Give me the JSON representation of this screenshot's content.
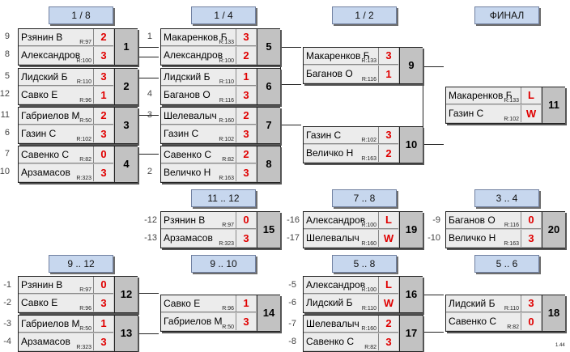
{
  "headers": [
    "1 / 8",
    "1 / 4",
    "1 / 2",
    "ФИНАЛ",
    "11 .. 12",
    "7 .. 8",
    "3 .. 4",
    "9 .. 12",
    "9 .. 10",
    "5 .. 8",
    "5 .. 6"
  ],
  "matches": [
    {
      "num": "1",
      "p1": {
        "name": "Рзянин В",
        "rating": "R:97",
        "score": "2"
      },
      "p2": {
        "name": "Александров",
        "rating": "R:100",
        "score": "3"
      }
    },
    {
      "num": "2",
      "p1": {
        "name": "Лидский Б",
        "rating": "R:110",
        "score": "3"
      },
      "p2": {
        "name": "Савко Е",
        "rating": "R:96",
        "score": "1"
      }
    },
    {
      "num": "3",
      "p1": {
        "name": "Габриелов М",
        "rating": "R:50",
        "score": "2"
      },
      "p2": {
        "name": "Газин С",
        "rating": "R:102",
        "score": "3"
      }
    },
    {
      "num": "4",
      "p1": {
        "name": "Савенко С",
        "rating": "R:82",
        "score": "0"
      },
      "p2": {
        "name": "Арзамасов",
        "rating": "R:323",
        "score": "3"
      }
    },
    {
      "num": "5",
      "p1": {
        "name": "Макаренков Б",
        "rating": "R:133",
        "score": "3"
      },
      "p2": {
        "name": "Александров",
        "rating": "R:100",
        "score": "2"
      }
    },
    {
      "num": "6",
      "p1": {
        "name": "Лидский Б",
        "rating": "R:110",
        "score": "1"
      },
      "p2": {
        "name": "Баганов О",
        "rating": "R:116",
        "score": "3"
      }
    },
    {
      "num": "7",
      "p1": {
        "name": "Шелевалыч",
        "rating": "R:160",
        "score": "2"
      },
      "p2": {
        "name": "Газин С",
        "rating": "R:102",
        "score": "3"
      }
    },
    {
      "num": "8",
      "p1": {
        "name": "Савенко С",
        "rating": "R:82",
        "score": "2"
      },
      "p2": {
        "name": "Величко Н",
        "rating": "R:163",
        "score": "3"
      }
    },
    {
      "num": "9",
      "p1": {
        "name": "Макаренков Б",
        "rating": "R:133",
        "score": "3"
      },
      "p2": {
        "name": "Баганов О",
        "rating": "R:116",
        "score": "1"
      }
    },
    {
      "num": "10",
      "p1": {
        "name": "Газин С",
        "rating": "R:102",
        "score": "3"
      },
      "p2": {
        "name": "Величко Н",
        "rating": "R:163",
        "score": "2"
      }
    },
    {
      "num": "11",
      "p1": {
        "name": "Макаренков Б",
        "rating": "R:133",
        "score": "L"
      },
      "p2": {
        "name": "Газин С",
        "rating": "R:102",
        "score": "W"
      }
    },
    {
      "num": "15",
      "p1": {
        "name": "Рзянин В",
        "rating": "R:97",
        "score": "0"
      },
      "p2": {
        "name": "Арзамасов",
        "rating": "R:323",
        "score": "3"
      }
    },
    {
      "num": "19",
      "p1": {
        "name": "Александров",
        "rating": "R:100",
        "score": "L"
      },
      "p2": {
        "name": "Шелевалыч",
        "rating": "R:160",
        "score": "W"
      }
    },
    {
      "num": "20",
      "p1": {
        "name": "Баганов О",
        "rating": "R:116",
        "score": "0"
      },
      "p2": {
        "name": "Величко Н",
        "rating": "R:163",
        "score": "3"
      }
    },
    {
      "num": "12",
      "p1": {
        "name": "Рзянин В",
        "rating": "R:97",
        "score": "0"
      },
      "p2": {
        "name": "Савко Е",
        "rating": "R:96",
        "score": "3"
      }
    },
    {
      "num": "13",
      "p1": {
        "name": "Габриелов М",
        "rating": "R:50",
        "score": "1"
      },
      "p2": {
        "name": "Арзамасов",
        "rating": "R:323",
        "score": "3"
      }
    },
    {
      "num": "14",
      "p1": {
        "name": "Савко Е",
        "rating": "R:96",
        "score": "1"
      },
      "p2": {
        "name": "Габриелов М",
        "rating": "R:50",
        "score": "3"
      }
    },
    {
      "num": "16",
      "p1": {
        "name": "Александров",
        "rating": "R:100",
        "score": "L"
      },
      "p2": {
        "name": "Лидский Б",
        "rating": "R:110",
        "score": "W"
      }
    },
    {
      "num": "17",
      "p1": {
        "name": "Шелевалыч",
        "rating": "R:160",
        "score": "2"
      },
      "p2": {
        "name": "Савенко С",
        "rating": "R:82",
        "score": "3"
      }
    },
    {
      "num": "18",
      "p1": {
        "name": "Лидский Б",
        "rating": "R:110",
        "score": "3"
      },
      "p2": {
        "name": "Савенко С",
        "rating": "R:82",
        "score": "0"
      }
    }
  ],
  "seeds": [
    "9",
    "8",
    "5",
    "12",
    "11",
    "6",
    "7",
    "10",
    "1",
    "4",
    "3",
    "2",
    "-12",
    "-13",
    "-16",
    "-17",
    "-9",
    "-10",
    "-1",
    "-2",
    "-3",
    "-4",
    "-5",
    "-6",
    "-7",
    "-8"
  ],
  "version": "1.44"
}
